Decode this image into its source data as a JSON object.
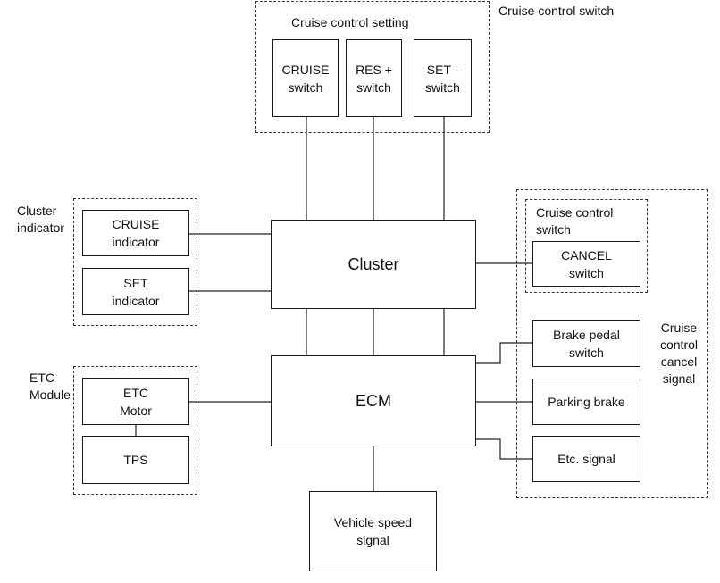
{
  "groups": {
    "cruise_control_switch": "Cruise control switch",
    "cruise_control_setting": "Cruise control setting",
    "cluster_indicator": "Cluster\nindicator",
    "etc_module": "ETC\nModule",
    "cancel_switch_group": "Cruise control\nswitch",
    "cancel_signal": "Cruise\ncontrol\ncancel\nsignal"
  },
  "blocks": {
    "cruise_switch": "CRUISE\nswitch",
    "res_switch": "RES +\nswitch",
    "set_switch": "SET -\nswitch",
    "cruise_indicator": "CRUISE\nindicator",
    "set_indicator": "SET\nindicator",
    "cluster": "Cluster",
    "cancel_switch": "CANCEL\nswitch",
    "brake_pedal_switch": "Brake pedal\nswitch",
    "ecm": "ECM",
    "parking_brake": "Parking brake",
    "etc_motor": "ETC\nMotor",
    "tps": "TPS",
    "etc_signal": "Etc. signal",
    "vehicle_speed_signal": "Vehicle speed\nsignal"
  }
}
